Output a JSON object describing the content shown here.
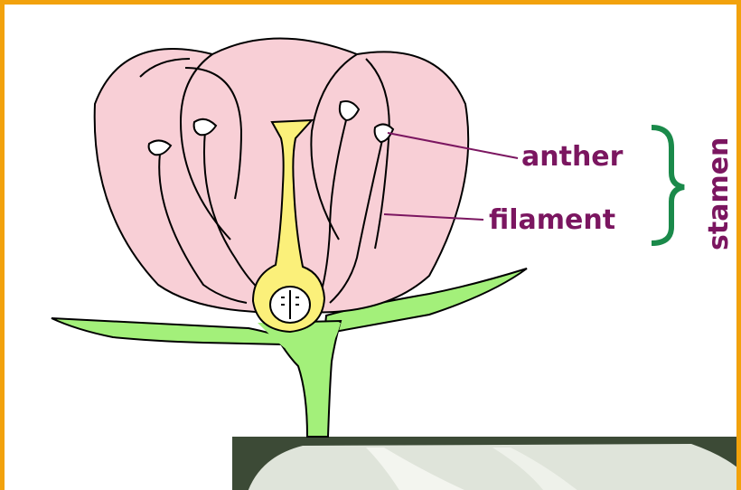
{
  "labels": {
    "anther": "anther",
    "filament": "filament",
    "stamen": "stamen"
  },
  "colors": {
    "frame": "#f2a20c",
    "petal": "#f8cfd6",
    "pistil": "#fbf07a",
    "stem": "#a3f07a",
    "label": "#7b1660",
    "bracket": "#1a8a4a"
  }
}
